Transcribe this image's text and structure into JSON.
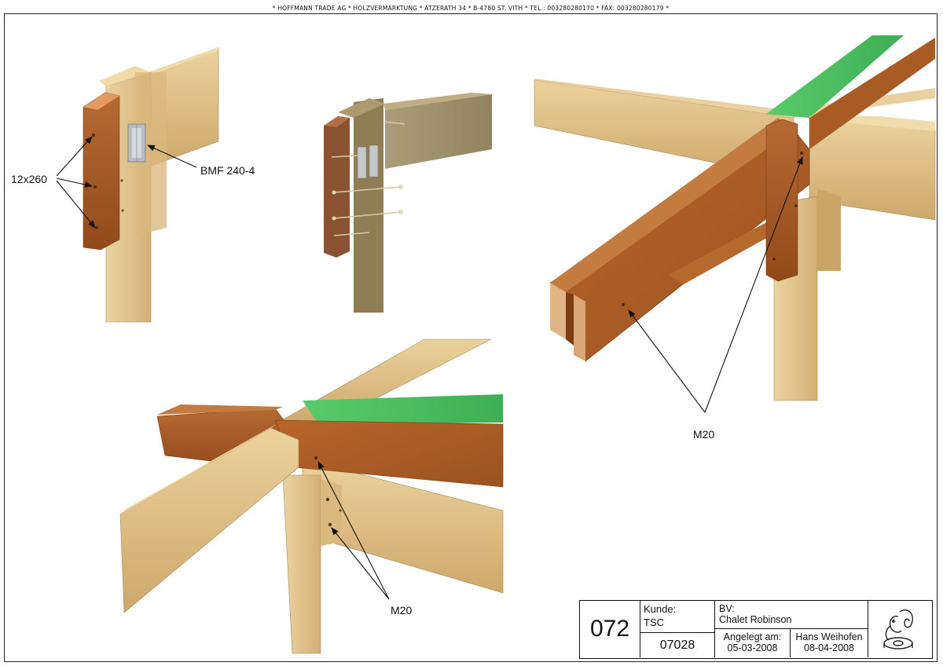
{
  "header": {
    "text": "*    HOFFMANN TRADE AG  *  HOLZVERMARKTUNG   *  ATZERATH 34  *  B-4780 ST. VITH   *   TEL.: 003280280170  *  FAX: 003280280179    *"
  },
  "labels": {
    "screw": "12x260",
    "bracket": "BMF 240-4",
    "bolt_right": "M20",
    "bolt_bottom": "M20"
  },
  "title_block": {
    "number": "072",
    "kunde_label": "Kunde:",
    "kunde_value": "TSC",
    "code": "07028",
    "bv_label": "BV:",
    "bv_value": "Chalet Robinson",
    "angelegt_label": "Angelegt am:",
    "angelegt_date": "05-03-2008",
    "author": "Hans Weihofen",
    "author_date": "08-04-2008"
  },
  "colors": {
    "wood_light": "#e2c58c",
    "wood_mid": "#c9a063",
    "wood_dark": "#a45a22",
    "wood_darker": "#8a4718",
    "green_panel": "#4fc062",
    "steel": "#b5b8bd"
  },
  "logo_icon": "squirrel-icon"
}
